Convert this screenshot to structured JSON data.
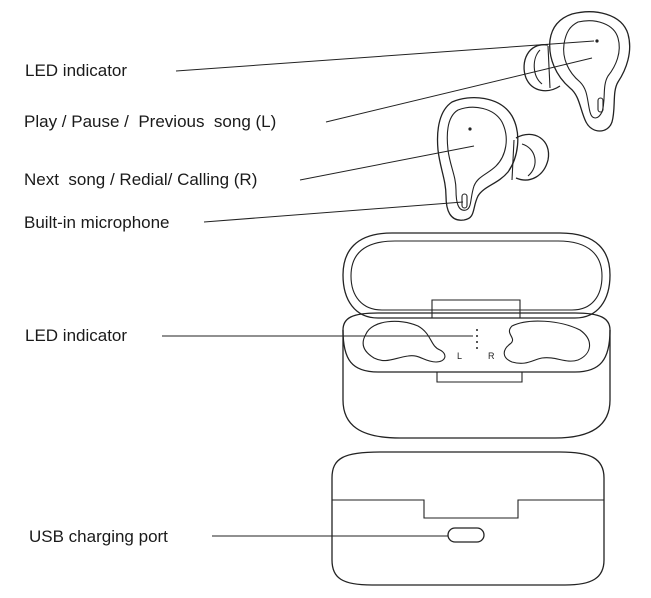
{
  "labels": {
    "led_top": "LED indicator",
    "play_pause": "Play / Pause /  Previous  song (L)",
    "next_song": "Next  song / Redial/ Calling (R)",
    "microphone": "Built-in microphone",
    "led_case": "LED indicator",
    "usb_port": "USB charging port"
  },
  "case_marks": {
    "left": "L",
    "right": "R"
  }
}
